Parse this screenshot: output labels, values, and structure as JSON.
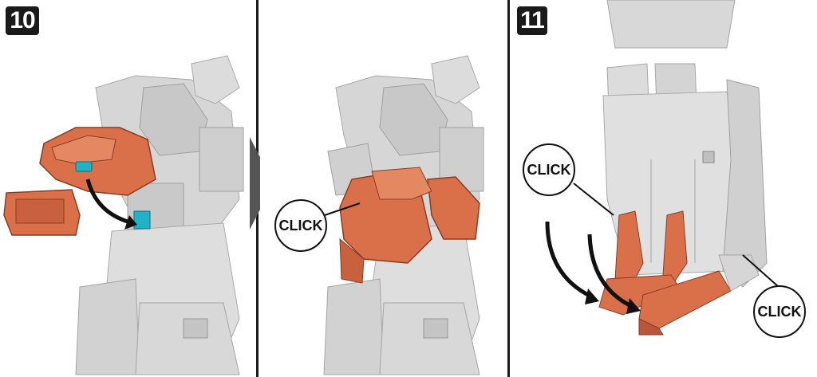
{
  "steps": {
    "step_a": "10",
    "step_b": "11"
  },
  "callouts": {
    "click_middle": "CLICK",
    "click_right_top": "CLICK",
    "click_right_bottom": "CLICK"
  },
  "colors": {
    "part_gray": "#d9d9d9",
    "part_shadow": "#b8b8b8",
    "part_orange": "#d9704a",
    "part_orange_dark": "#b9573a",
    "accent_cyan": "#1fb2c8"
  }
}
